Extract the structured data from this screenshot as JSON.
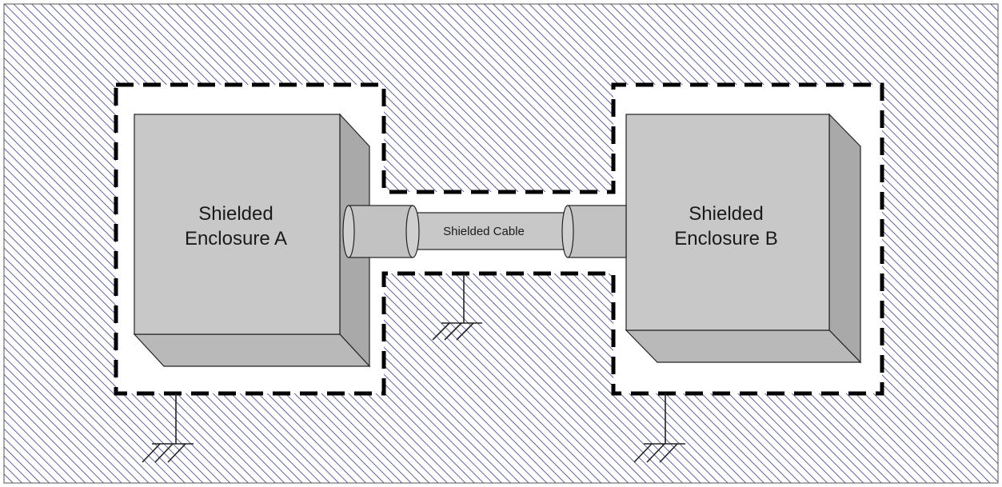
{
  "diagram": {
    "enclosure_a": {
      "line1": "Shielded",
      "line2": "Enclosure A"
    },
    "enclosure_b": {
      "line1": "Shielded",
      "line2": "Enclosure B"
    },
    "cable": {
      "label": "Shielded Cable"
    },
    "colors": {
      "hatch": "#3a3a8c",
      "box_face": "#c8c8c8",
      "box_side": "#a9a9a9",
      "box_top": "#b8b8b8",
      "outline": "#222222",
      "zone_border": "#000000"
    }
  }
}
